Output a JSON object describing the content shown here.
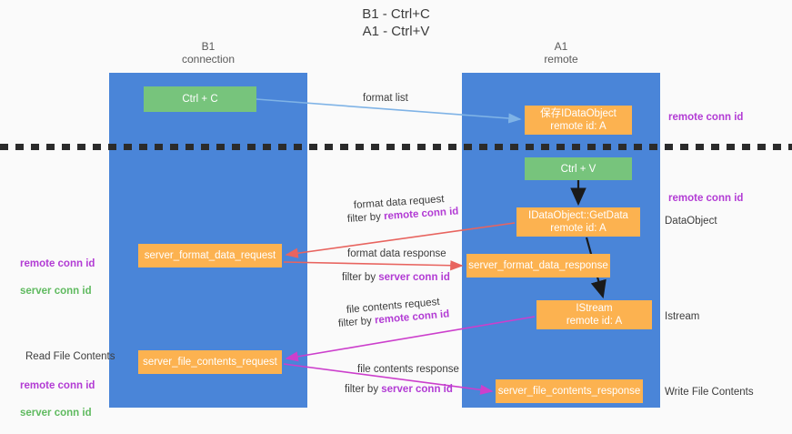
{
  "title": "B1 - Ctrl+C\nA1 - Ctrl+V",
  "colors": {
    "lane": "#4a85d8",
    "green_node": "#77c47c",
    "orange_node": "#fcb250",
    "remote_conn_id": "#b23bd4",
    "server_conn_id": "#5fba5f",
    "arrow_blue": "#7fb3e6",
    "arrow_red": "#e8645f",
    "arrow_magenta": "#cc3fcc",
    "arrow_black": "#1a1a1a",
    "background": "#fafafa"
  },
  "columns": [
    {
      "name": "B1",
      "sub": "connection",
      "label": "B1\nconnection"
    },
    {
      "name": "A1",
      "sub": "remote",
      "label": "A1\nremote"
    }
  ],
  "nodes": {
    "ctrl_c": "Ctrl + C",
    "save_idataobject": "保存IDataObject\nremote id: A",
    "ctrl_v": "Ctrl + V",
    "getdata": "IDataObject::GetData\nremote id: A",
    "server_format_data_request": "server_format_data_request",
    "server_format_data_response": "server_format_data_response",
    "istream": "IStream\nremote id: A",
    "server_file_contents_request": "server_file_contents_request",
    "server_file_contents_response": "server_file_contents_response"
  },
  "captions": {
    "format_list": "format list",
    "format_data_request": "format data request",
    "filter_by": "filter by ",
    "remote_conn_id": "remote conn id",
    "server_conn_id": "server conn id",
    "format_data_response": "format data response",
    "file_contents_request": "file contents request",
    "file_contents_response": "file contents response"
  },
  "annotations": {
    "right": {
      "remote_conn_id_top": "remote conn id",
      "remote_conn_id_mid": "remote conn id",
      "dataobject": "DataObject",
      "istream": "Istream",
      "write_file_contents": "Write File Contents"
    },
    "left": {
      "remote_conn_id_mid": "remote conn id",
      "server_conn_id_mid": "server conn id",
      "read_file_contents": "Read File Contents",
      "remote_conn_id_bottom": "remote conn id",
      "server_conn_id_bottom": "server conn id"
    }
  }
}
